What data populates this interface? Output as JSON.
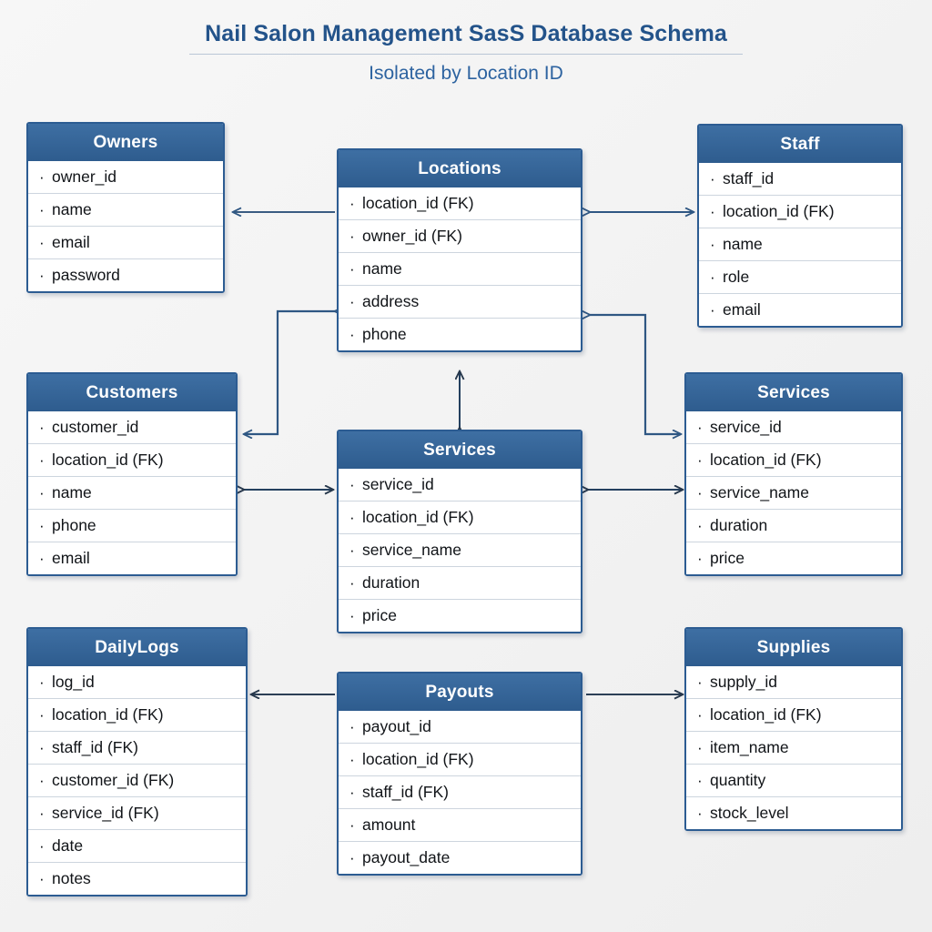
{
  "header": {
    "title": "Nail Salon Management SasS Database Schema",
    "subtitle": "Isolated by Location ID"
  },
  "colors": {
    "header_fill": "#2e5c8e",
    "header_text": "#ffffff",
    "border": "#2c5c92",
    "body_fill": "#ffffff",
    "row_divider": "#cdd5de",
    "connector": "#2f5783",
    "title_text": "#23538a",
    "subtitle_text": "#2d63a0",
    "background": "#f2f2f2"
  },
  "tables": [
    {
      "id": "owners",
      "name": "Owners",
      "fields": [
        "owner_id",
        "name",
        "email",
        "password"
      ]
    },
    {
      "id": "locations",
      "name": "Locations",
      "fields": [
        "location_id (FK)",
        "owner_id (FK)",
        "name",
        "address",
        "phone"
      ]
    },
    {
      "id": "staff",
      "name": "Staff",
      "fields": [
        "staff_id",
        "location_id (FK)",
        "name",
        "role",
        "email"
      ]
    },
    {
      "id": "customers",
      "name": "Customers",
      "fields": [
        "customer_id",
        "location_id (FK)",
        "name",
        "phone",
        "email"
      ]
    },
    {
      "id": "services-center",
      "name": "Services",
      "fields": [
        "service_id",
        "location_id (FK)",
        "service_name",
        "duration",
        "price"
      ]
    },
    {
      "id": "services-right",
      "name": "Services",
      "fields": [
        "service_id",
        "location_id (FK)",
        "service_name",
        "duration",
        "price"
      ]
    },
    {
      "id": "dailylogs",
      "name": "DailyLogs",
      "fields": [
        "log_id",
        "location_id (FK)",
        "staff_id (FK)",
        "customer_id (FK)",
        "service_id (FK)",
        "date",
        "notes"
      ]
    },
    {
      "id": "payouts",
      "name": "Payouts",
      "fields": [
        "payout_id",
        "location_id (FK)",
        "staff_id (FK)",
        "amount",
        "payout_date"
      ]
    },
    {
      "id": "supplies",
      "name": "Supplies",
      "fields": [
        "supply_id",
        "location_id (FK)",
        "item_name",
        "quantity",
        "stock_level"
      ]
    }
  ],
  "relationships": [
    {
      "id": "locations-owners",
      "from": "Locations",
      "to": "Owners",
      "style": "single-arrow-left"
    },
    {
      "id": "locations-staff",
      "from": "Locations",
      "to": "Staff",
      "style": "double-arrow"
    },
    {
      "id": "locations-customers",
      "from": "Locations",
      "to": "Customers",
      "style": "elbow-double-arrow"
    },
    {
      "id": "locations-services-right",
      "from": "Services",
      "to": "Locations",
      "style": "elbow-double-arrow"
    },
    {
      "id": "locations-services-center",
      "from": "Locations",
      "to": "Services",
      "style": "double-arrow-vertical"
    },
    {
      "id": "customers-services",
      "from": "Customers",
      "to": "Services",
      "style": "double-arrow"
    },
    {
      "id": "services-services",
      "from": "Services",
      "to": "Services",
      "style": "double-arrow"
    },
    {
      "id": "payouts-dailylogs",
      "from": "Payouts",
      "to": "DailyLogs",
      "style": "single-arrow-left"
    },
    {
      "id": "payouts-supplies",
      "from": "Payouts",
      "to": "Supplies",
      "style": "single-arrow-right"
    }
  ]
}
